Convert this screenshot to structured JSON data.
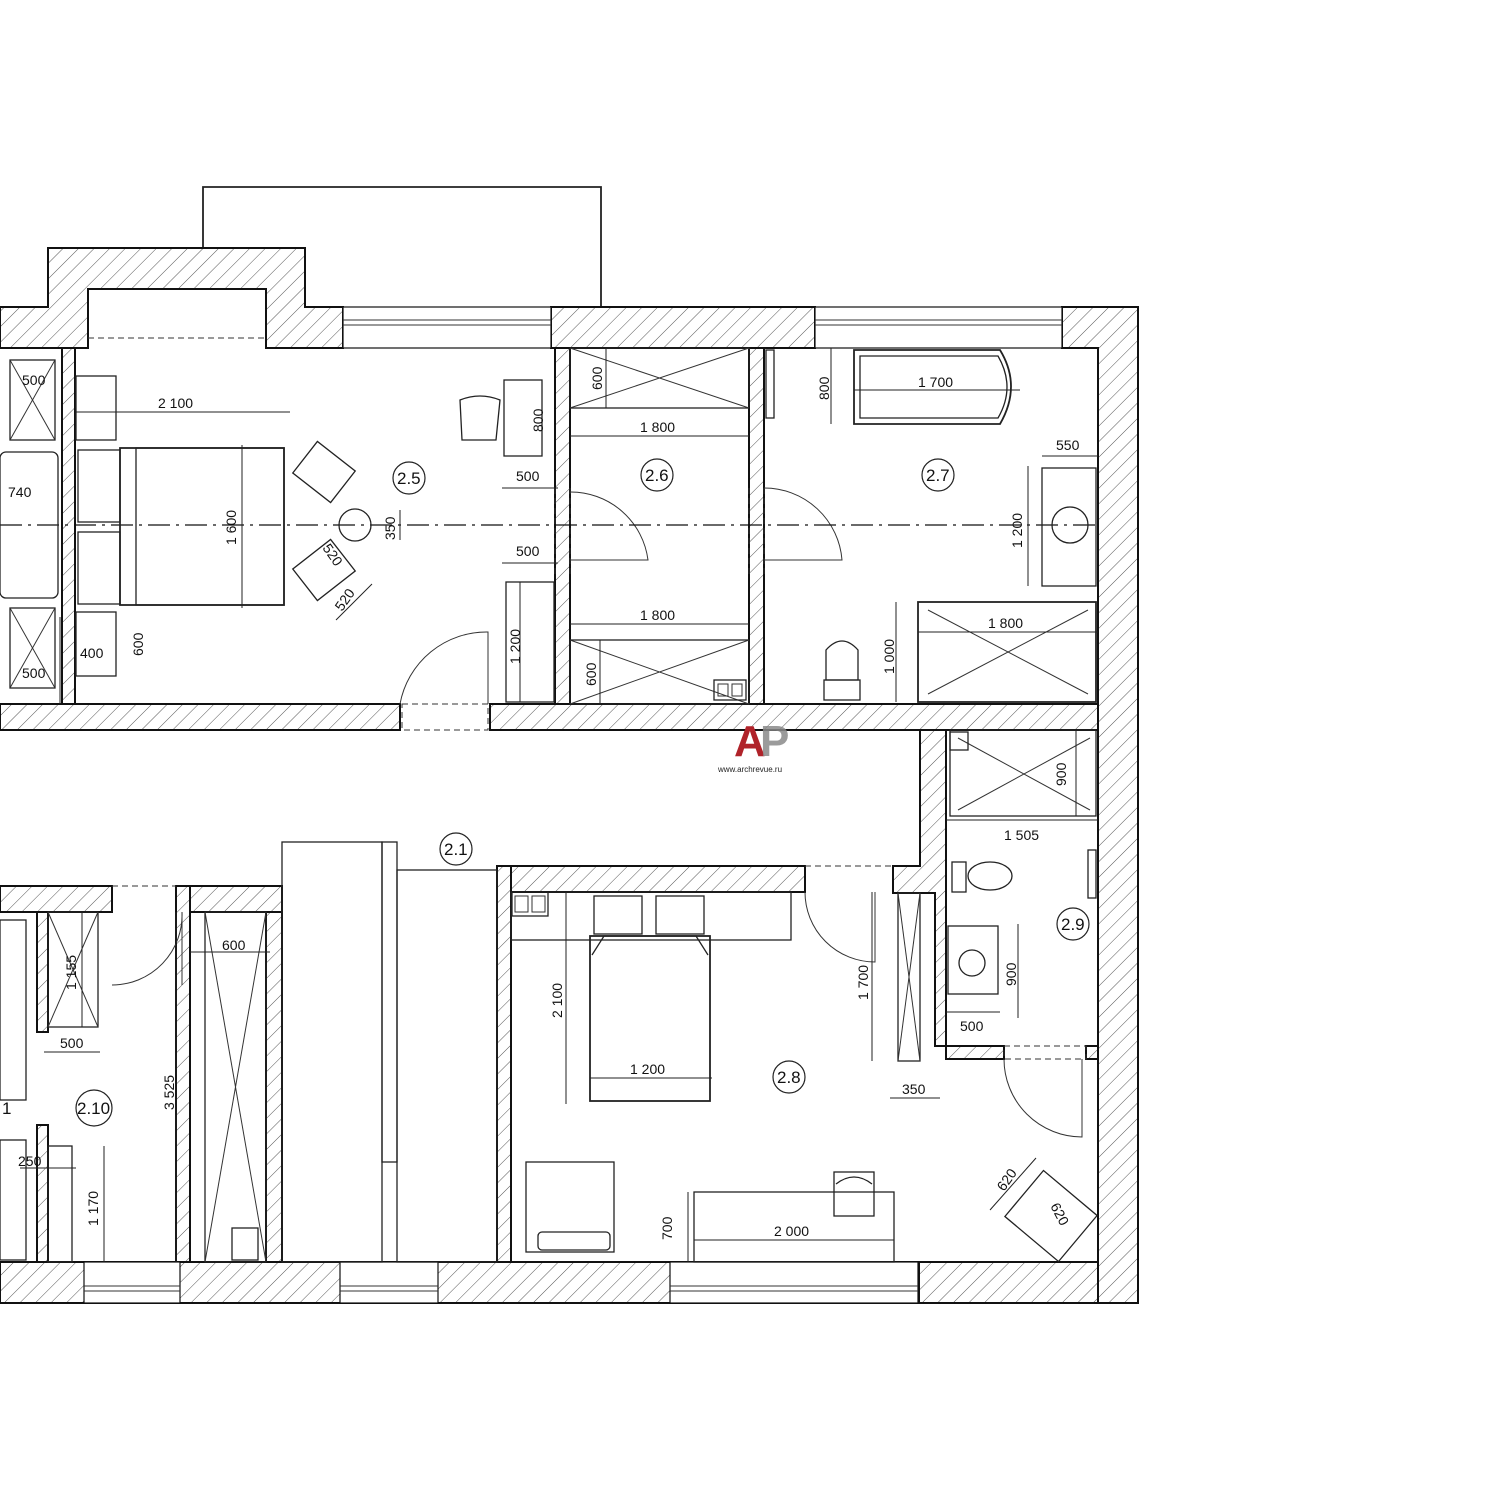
{
  "plan": {
    "rooms": {
      "r25": "2.5",
      "r26": "2.6",
      "r27": "2.7",
      "r21": "2.1",
      "r28": "2.8",
      "r29": "2.9",
      "r210": "2.10",
      "rcut": "1"
    },
    "dims": {
      "d_500_a": "500",
      "d_740": "740",
      "d_500_b": "500",
      "d_400": "400",
      "d_600_a": "600",
      "d_2100_a": "2 100",
      "d_1600": "1 600",
      "d_350_a": "350",
      "d_520_a": "520",
      "d_520_b": "520",
      "d_800_a": "800",
      "d_500_c": "500",
      "d_500_d": "500",
      "d_1200_a": "1 200",
      "d_600_b": "600",
      "d_1800_a": "1 800",
      "d_1800_b": "1 800",
      "d_600_c": "600",
      "d_800_b": "800",
      "d_1700_a": "1 700",
      "d_550": "550",
      "d_1200_b": "1 200",
      "d_1800_c": "1 800",
      "d_1000": "1 000",
      "d_900_a": "900",
      "d_1505": "1 505",
      "d_900_b": "900",
      "d_500_e": "500",
      "d_1155": "1 155",
      "d_500_f": "500",
      "d_600_d": "600",
      "d_3525": "3 525",
      "d_250": "250",
      "d_1170": "1 170",
      "d_2100_b": "2 100",
      "d_1200_c": "1 200",
      "d_1700_b": "1 700",
      "d_350_b": "350",
      "d_700": "700",
      "d_2000": "2 000",
      "d_620_a": "620",
      "d_620_b": "620"
    }
  },
  "watermark": {
    "logo_a": "A",
    "logo_p": "P",
    "site": "www.archrevue.ru",
    "color_a": "#b0232a",
    "color_p": "#8a8a8a"
  }
}
